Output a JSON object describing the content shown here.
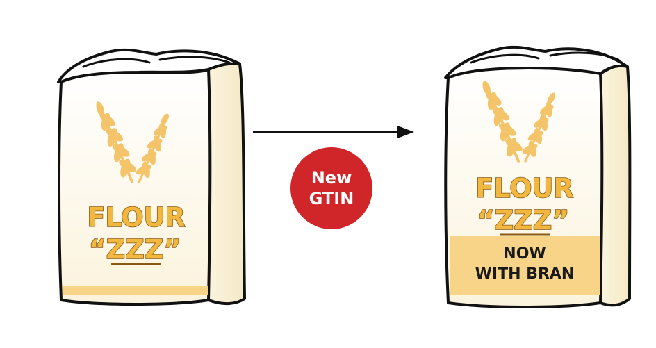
{
  "before_bag": {
    "product_name": "FLOUR",
    "variety": "“ZZZ”"
  },
  "after_bag": {
    "product_name": "FLOUR",
    "variety": "“ZZZ”",
    "banner_line1": "NOW",
    "banner_line2": "WITH BRAN"
  },
  "badge": {
    "line1": "New",
    "line2": "GTIN"
  },
  "colors": {
    "badge": "#d0262a",
    "brand_text": "#f2b73f",
    "bag_face": "#fdf7e6",
    "banner": "#f7d488",
    "arrow": "#111111"
  },
  "icons": {
    "wheat": "wheat-icon",
    "arrow": "right-arrow-icon"
  }
}
